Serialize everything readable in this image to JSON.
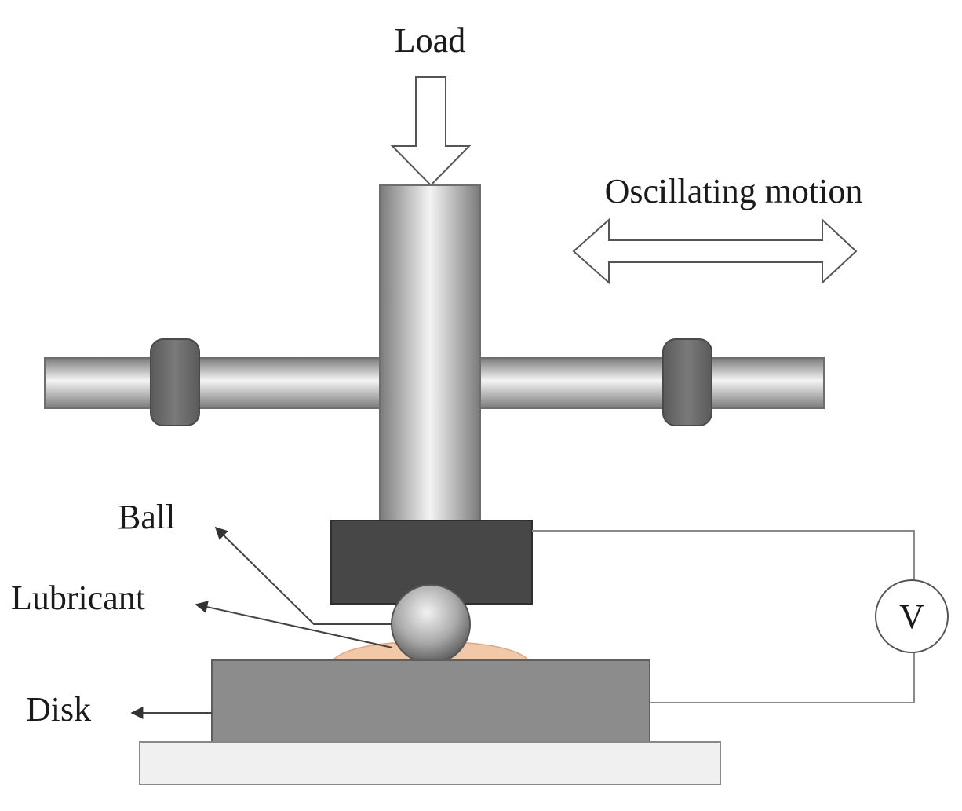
{
  "labels": {
    "load": "Load",
    "oscillating_motion": "Oscillating motion",
    "ball": "Ball",
    "lubricant": "Lubricant",
    "disk": "Disk",
    "voltmeter": "V"
  },
  "colors": {
    "rod_light": "#f2f2f2",
    "rod_mid": "#b8b8b8",
    "rod_dark": "#6e6e6e",
    "clamp": "#666666",
    "holder": "#474747",
    "disk": "#8c8c8c",
    "base": "#f0f0f0",
    "lubricant": "#f1c8a8",
    "wire": "#8a8a8a",
    "arrow": "#333333"
  }
}
